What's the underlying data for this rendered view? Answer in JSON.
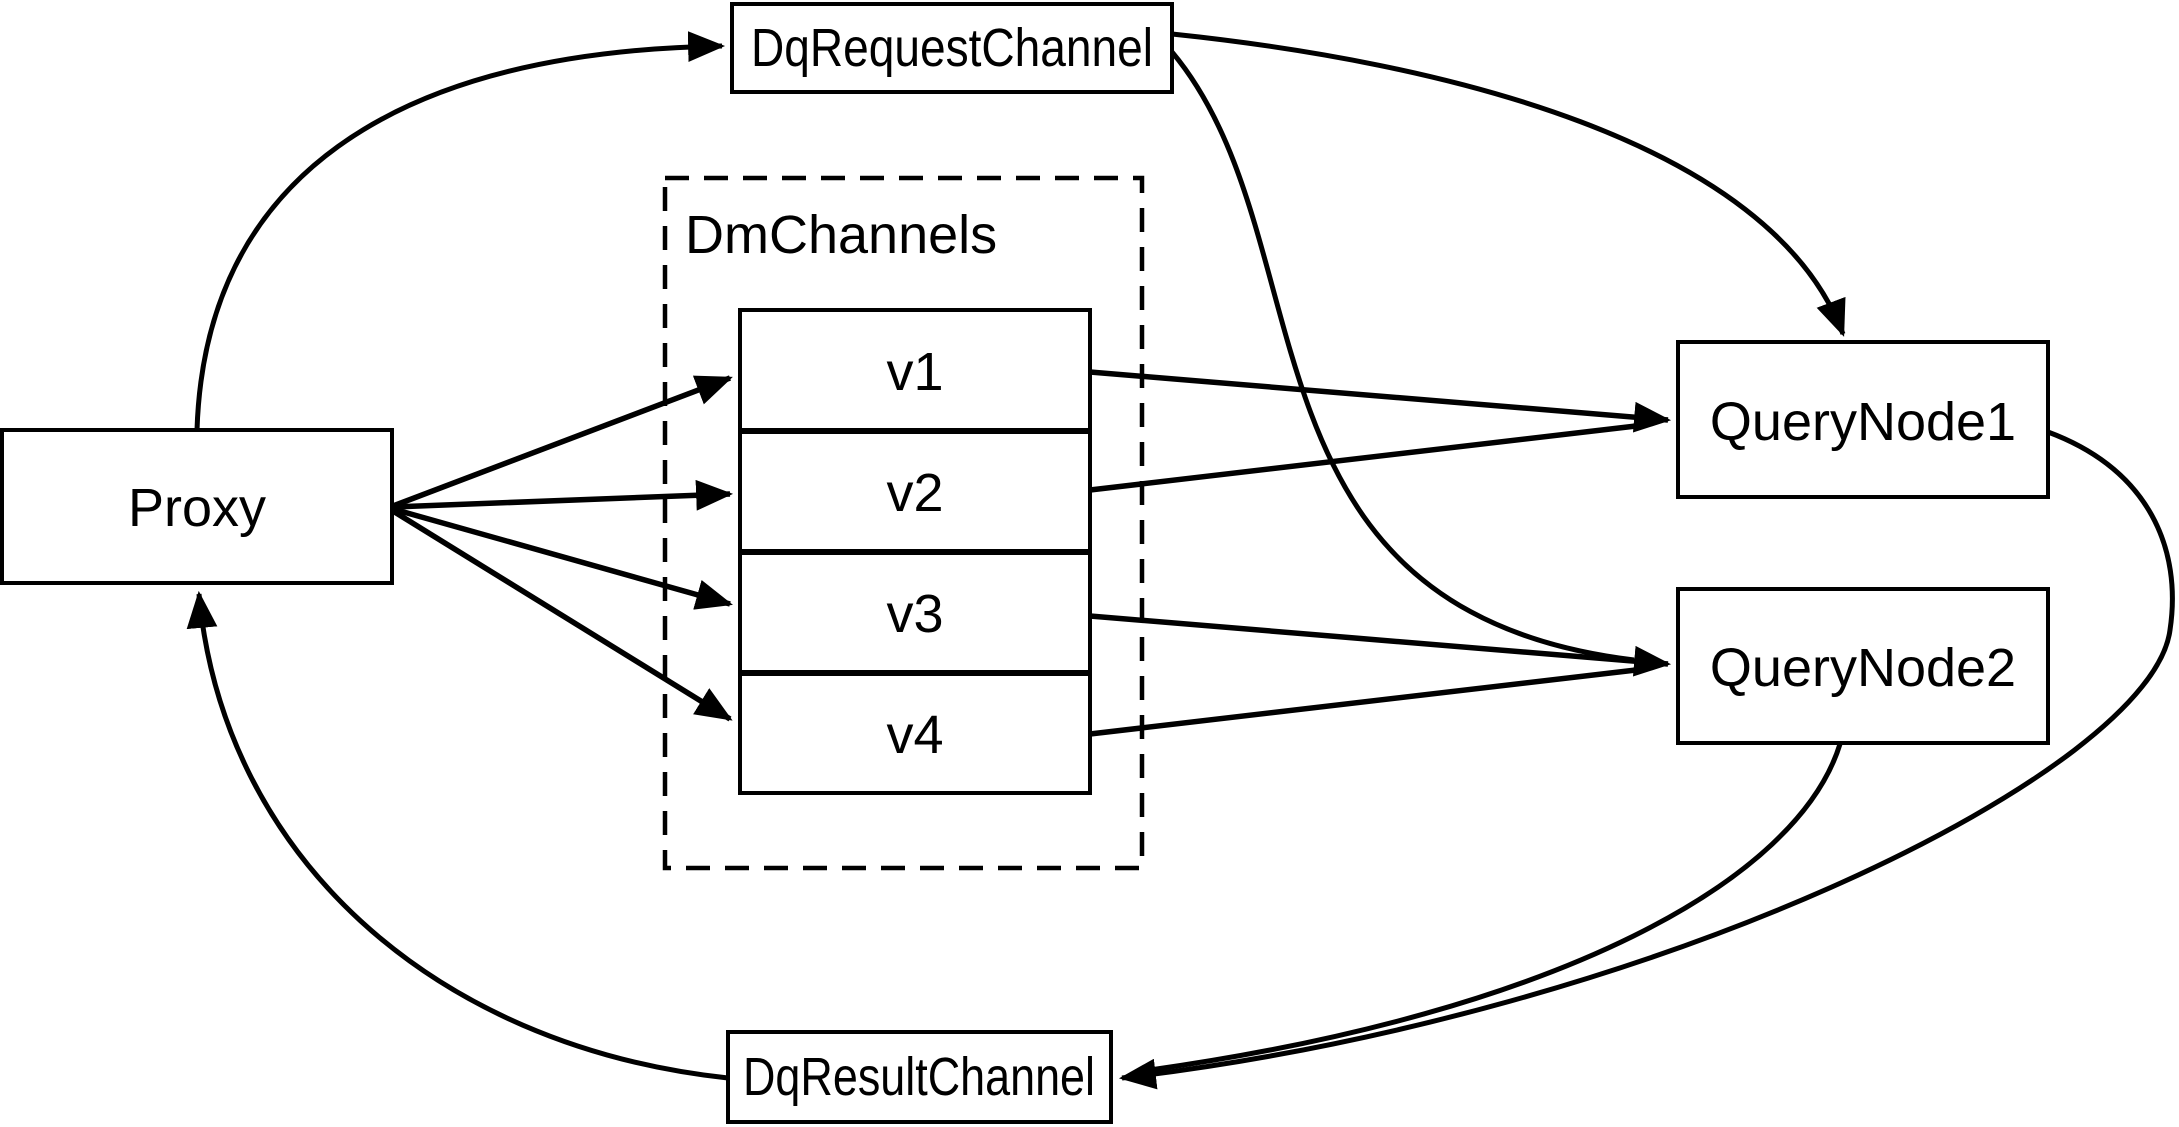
{
  "diagram": {
    "description": "Query channel architecture diagram",
    "colors": {
      "background": "#ffffff",
      "stroke": "#000000"
    },
    "nodes": {
      "proxy": {
        "label": "Proxy"
      },
      "dq_request_channel": {
        "label": "DqRequestChannel"
      },
      "dm_channels_group": {
        "label": "DmChannels"
      },
      "channels": [
        {
          "label": "v1"
        },
        {
          "label": "v2"
        },
        {
          "label": "v3"
        },
        {
          "label": "v4"
        }
      ],
      "query_node_1": {
        "label": "QueryNode1"
      },
      "query_node_2": {
        "label": "QueryNode2"
      },
      "dq_result_channel": {
        "label": "DqResultChannel"
      }
    },
    "edges": [
      {
        "from": "Proxy",
        "to": "DqRequestChannel"
      },
      {
        "from": "Proxy",
        "to": "v1"
      },
      {
        "from": "Proxy",
        "to": "v2"
      },
      {
        "from": "Proxy",
        "to": "v3"
      },
      {
        "from": "Proxy",
        "to": "v4"
      },
      {
        "from": "DqRequestChannel",
        "to": "QueryNode1"
      },
      {
        "from": "DqRequestChannel",
        "to": "QueryNode2"
      },
      {
        "from": "v1",
        "to": "QueryNode1"
      },
      {
        "from": "v2",
        "to": "QueryNode1"
      },
      {
        "from": "v3",
        "to": "QueryNode2"
      },
      {
        "from": "v4",
        "to": "QueryNode2"
      },
      {
        "from": "QueryNode1",
        "to": "DqResultChannel"
      },
      {
        "from": "QueryNode2",
        "to": "DqResultChannel"
      },
      {
        "from": "DqResultChannel",
        "to": "Proxy"
      }
    ]
  }
}
